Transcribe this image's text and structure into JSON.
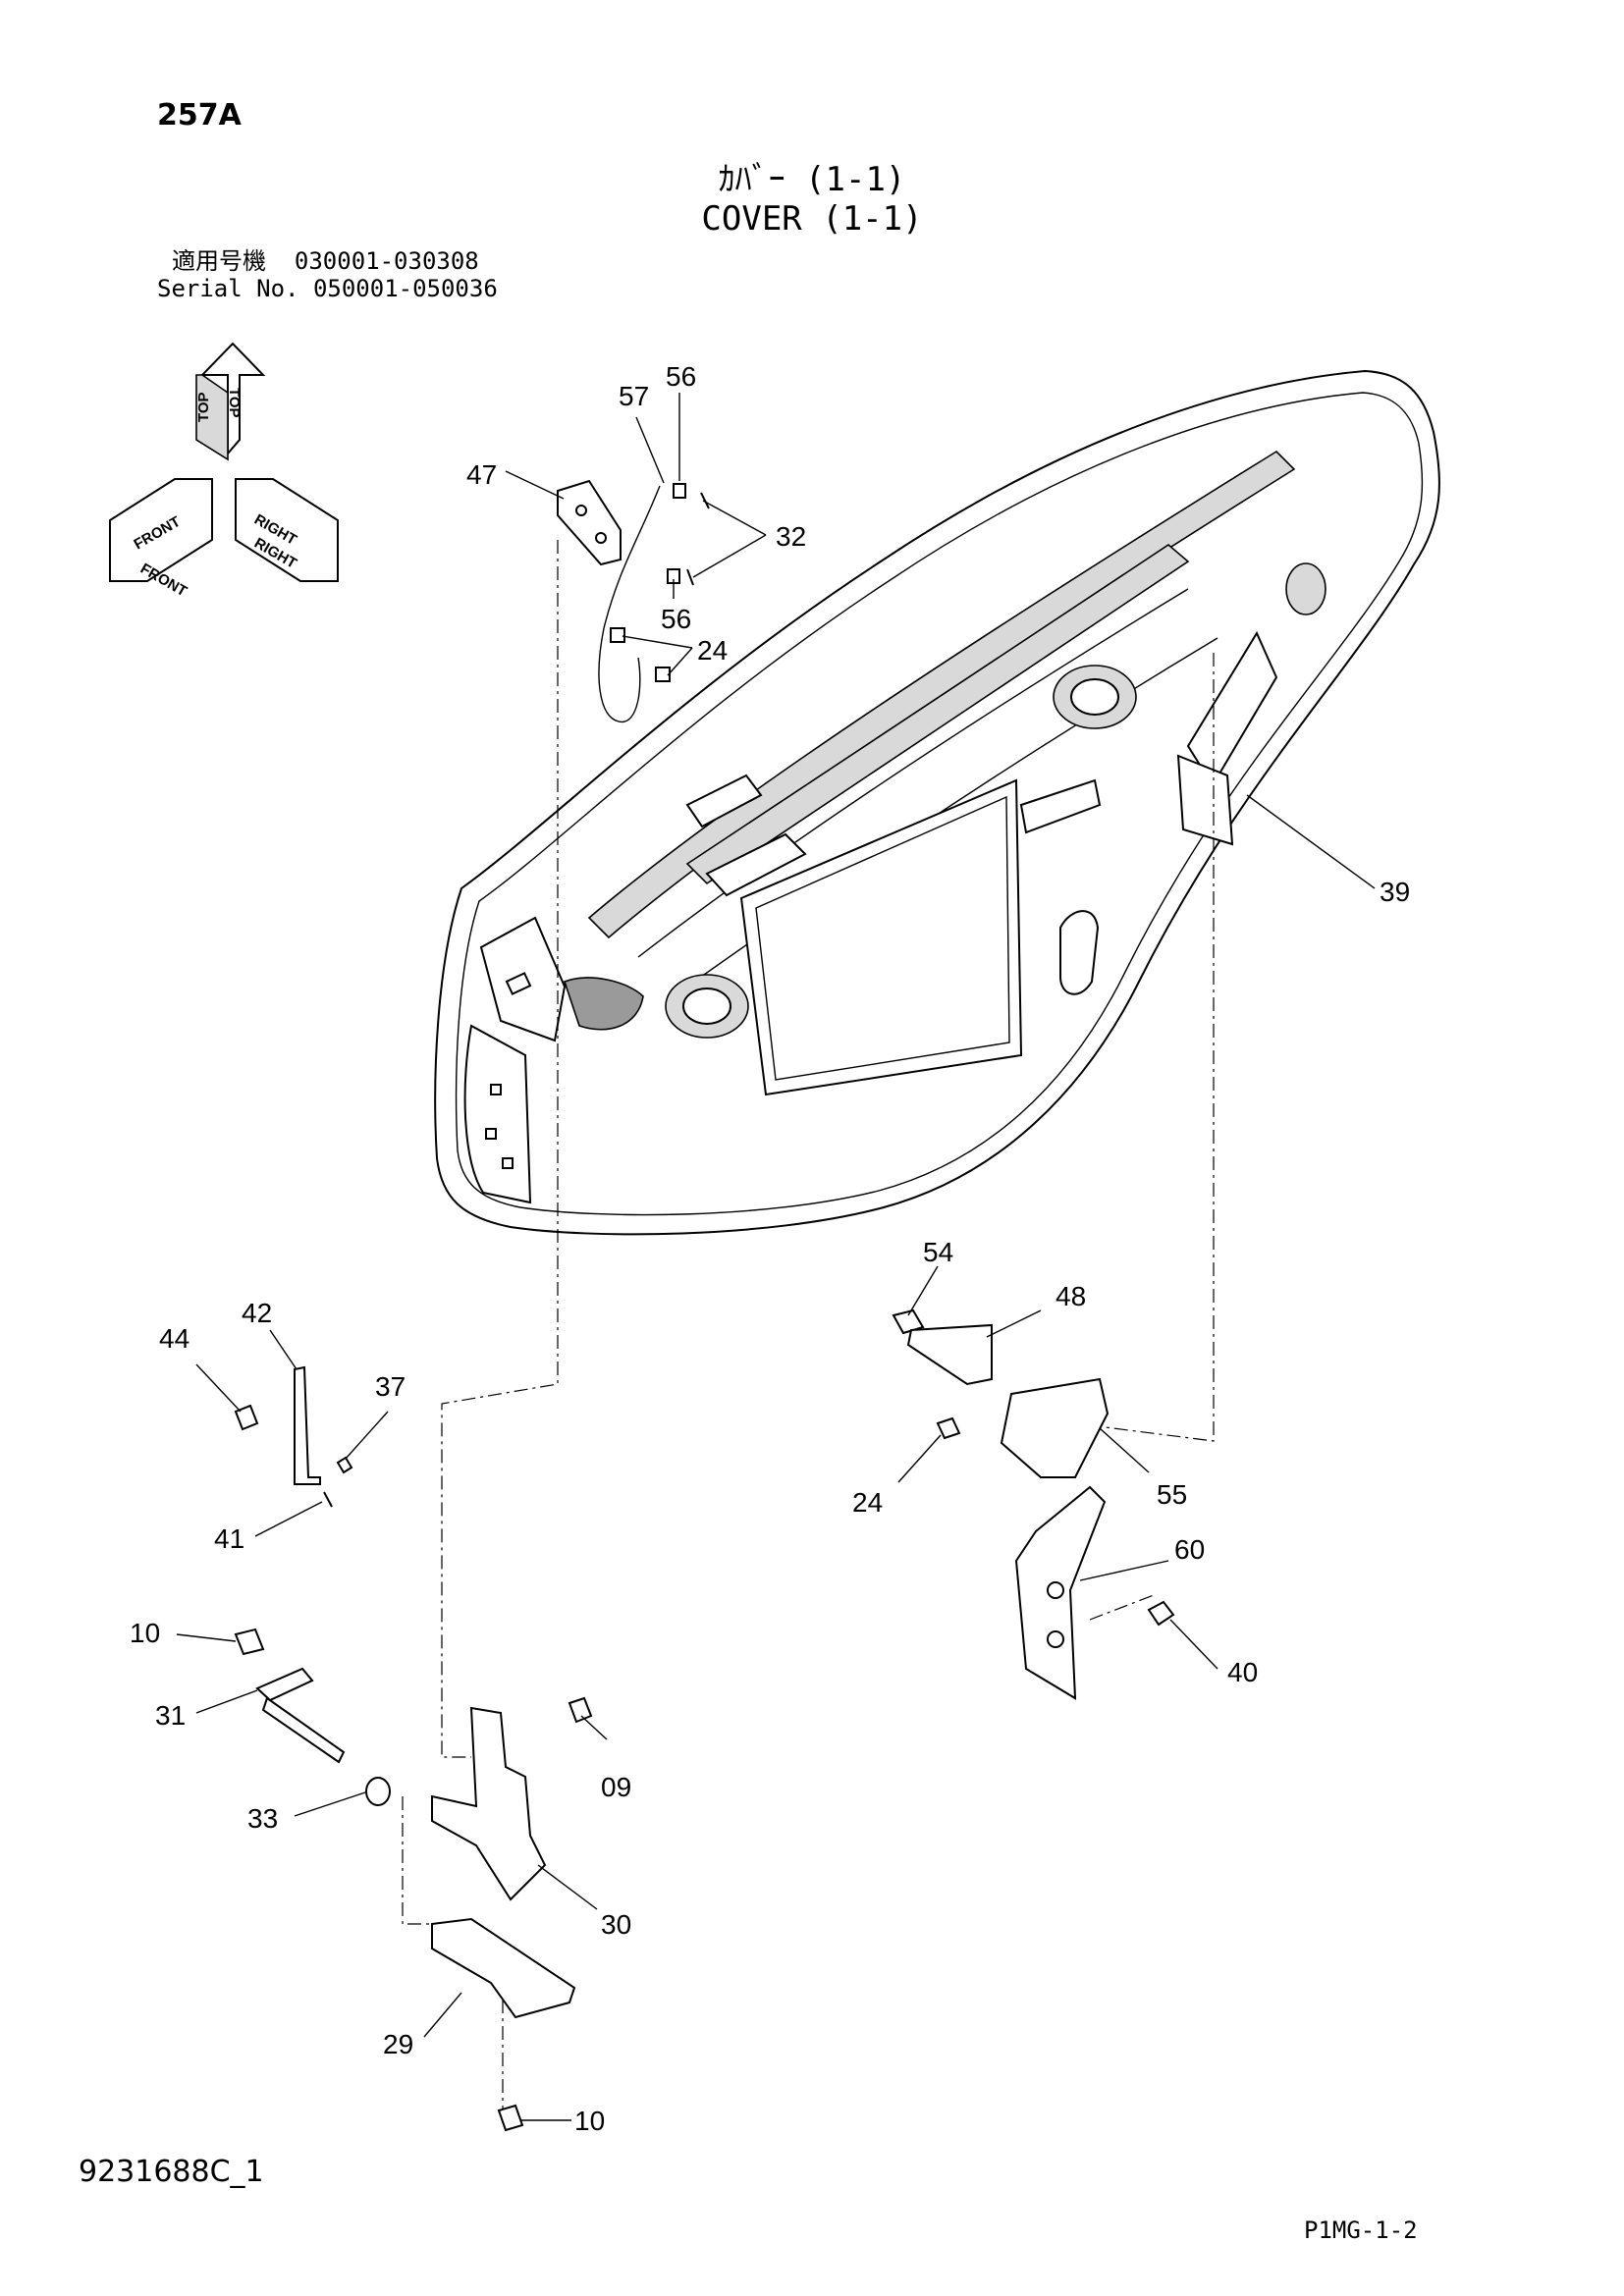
{
  "header": {
    "page_code": "257A",
    "title_jp": "ｶﾊﾞｰ (1-1)",
    "title_en": "COVER (1-1)",
    "serial_line_1": "適用号機  030001-030308",
    "serial_line_2": "Serial No. 050001-050036"
  },
  "orientation": {
    "top": "TOP",
    "front": "FRONT",
    "right": "RIGHT"
  },
  "callouts": [
    "57",
    "56",
    "47",
    "32",
    "56",
    "24",
    "39",
    "54",
    "48",
    "24",
    "55",
    "60",
    "40",
    "44",
    "42",
    "37",
    "41",
    "10",
    "31",
    "09",
    "33",
    "30",
    "29",
    "10"
  ],
  "footer": {
    "drawing_no": "9231688C_1",
    "page_no": "P1MG-1-2"
  }
}
